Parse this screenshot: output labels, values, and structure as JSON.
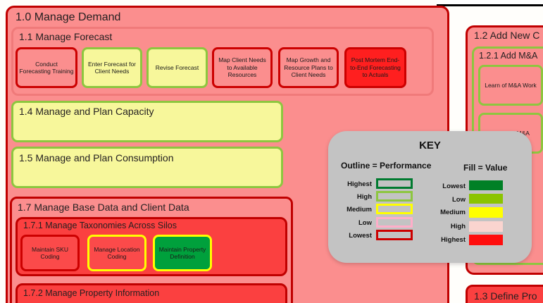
{
  "diagram": {
    "title": "1.0 Manage Demand",
    "groups": {
      "l0": "1.0 Manage Demand",
      "forecast": "1.1 Manage Forecast",
      "capacity": "1.4 Manage and Plan Capacity",
      "consumption": "1.5 Manage and Plan Consumption",
      "basedata": "1.7 Manage Base Data and Client Data",
      "taxonomies": "1.7.1 Manage Taxonomies Across Silos",
      "propinfo": "1.7.2 Manage Property Information",
      "addnew": "1.2 Add New C",
      "addma": "1.2.1 Add M&A",
      "define": "1.3 Define Pro"
    },
    "forecast_tasks": [
      {
        "label": "Conduct Forecasting Training",
        "fill": "high",
        "outline": "lowest"
      },
      {
        "label": "Enter Forecast for Client Needs",
        "fill": "medium",
        "outline": "high"
      },
      {
        "label": "Revise Forecast",
        "fill": "medium",
        "outline": "high"
      },
      {
        "label": "Map Client Needs to Available Resources",
        "fill": "high",
        "outline": "lowest"
      },
      {
        "label": "Map Growth and Resource Plans to Client Needs",
        "fill": "high",
        "outline": "lowest"
      },
      {
        "label": "Post Mortem End-to-End Forecasting to Actuals",
        "fill": "highest",
        "outline": "lowest"
      }
    ],
    "taxonomy_tasks": [
      {
        "label": "Maintain SKU Coding",
        "fill": "highest",
        "outline": "lowest"
      },
      {
        "label": "Manage Location Coding",
        "fill": "highest",
        "outline": "medium"
      },
      {
        "label": "Maintain Property Definition",
        "fill": "lowest",
        "outline": "medium"
      }
    ],
    "addma_tasks": [
      {
        "label": "Learn of M&A Work",
        "fill": "high",
        "outline": "high"
      },
      {
        "label": "Onboard M&A",
        "fill": "high",
        "outline": "high"
      }
    ]
  },
  "key": {
    "title": "KEY",
    "outline_heading": "Outline = Performance",
    "fill_heading": "Fill = Value",
    "outline_items": [
      {
        "label": "Highest",
        "color": "#007a2f"
      },
      {
        "label": "High",
        "color": "#8dc63f"
      },
      {
        "label": "Medium",
        "color": "#ffff00"
      },
      {
        "label": "Low",
        "color": "#ffaec9"
      },
      {
        "label": "Lowest",
        "color": "#ee0000"
      }
    ],
    "fill_items": [
      {
        "label": "Lowest",
        "color": "#008026"
      },
      {
        "label": "Low",
        "color": "#8bc400"
      },
      {
        "label": "Medium",
        "color": "#ffff00"
      },
      {
        "label": "High",
        "color": "#fad4cf"
      },
      {
        "label": "Highest",
        "color": "#ff0d0d"
      }
    ]
  }
}
